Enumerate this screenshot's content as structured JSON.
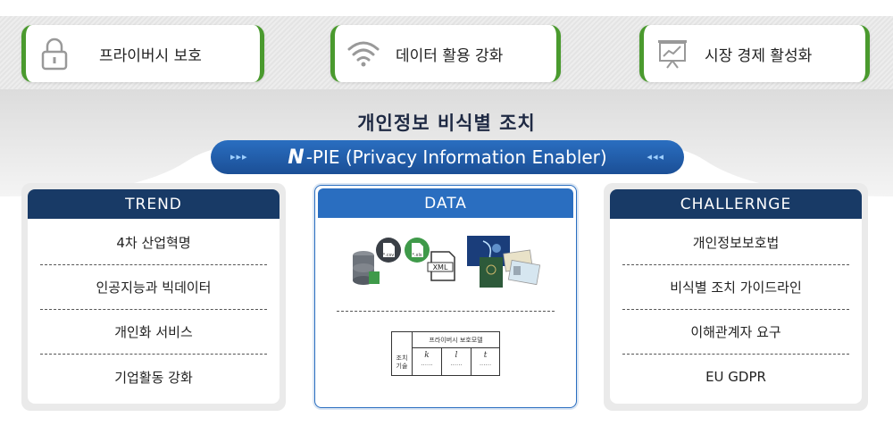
{
  "top_cards": [
    {
      "label": "프라이버시 보호",
      "icon": "lock-icon"
    },
    {
      "label": "데이터 활용 강화",
      "icon": "wifi-icon"
    },
    {
      "label": "시장 경제 활성화",
      "icon": "presentation-chart-icon"
    }
  ],
  "title": "개인정보 비식별 조치",
  "pie_bar": {
    "logo": "N",
    "text": "-PIE (Privacy Information Enabler)",
    "left_arrows": "▸▸▸",
    "right_arrows": "◂◂◂"
  },
  "trend": {
    "header": "TREND",
    "items": [
      "4차 산업혁명",
      "인공지능과 빅데이터",
      "개인화 서비스",
      "기업활동 강화"
    ]
  },
  "data": {
    "header": "DATA",
    "file_labels": {
      "csv": "*.csv",
      "xls": "*.xls",
      "xml": "XML"
    },
    "table": {
      "header": "프라이버시 보호모델",
      "side_label_1": "조치",
      "side_label_2": "기술",
      "cells": [
        {
          "value": "k",
          "dots": "......"
        },
        {
          "value": "l",
          "dots": "......"
        },
        {
          "value": "t",
          "dots": "......"
        }
      ]
    }
  },
  "challenge": {
    "header": "CHALLERNGE",
    "items": [
      "개인정보보호법",
      "비식별 조치 가이드라인",
      "이해관계자 요구",
      "EU GDPR"
    ]
  },
  "colors": {
    "green_accent": "#4a9a2e",
    "navy_header": "#183a66",
    "blue_header": "#2a6ec0"
  }
}
